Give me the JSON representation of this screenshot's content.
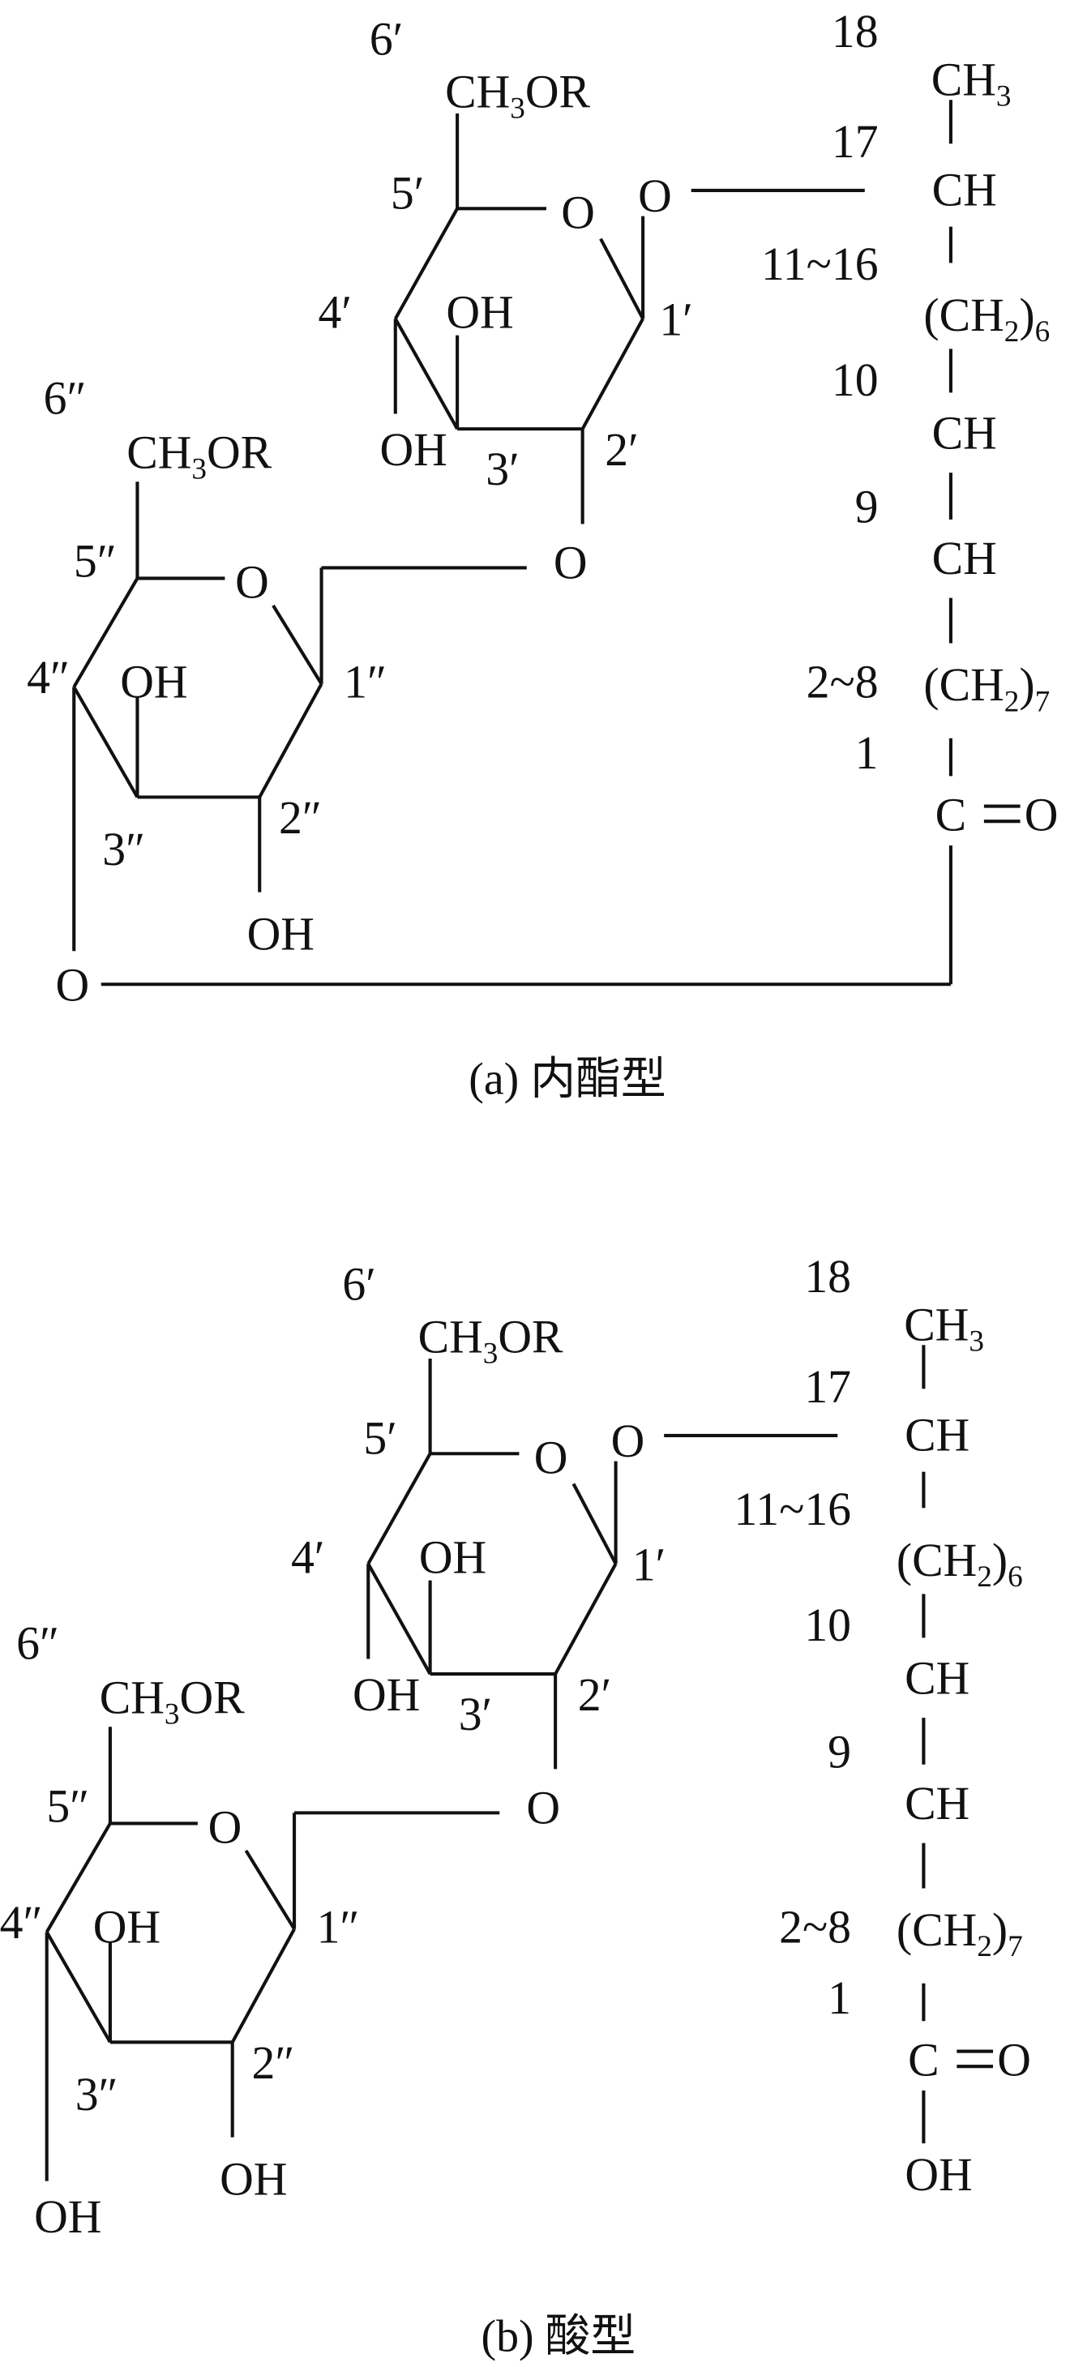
{
  "structures": [
    {
      "caption": "(a) 内酯型",
      "labels": {
        "pos_6p": "6′",
        "ch3or_top": {
          "a": "CH",
          "sub": "3",
          "b": "OR"
        },
        "pos_5p": "5′",
        "o_ring_top": "O",
        "o_glyco": "O",
        "pos_4p": "4′",
        "oh_3p": "OH",
        "pos_1p": "1′",
        "oh_4p": "OH",
        "pos_3p": "3′",
        "pos_2p": "2′",
        "o_link": "O",
        "pos_6pp": "6″",
        "ch3or_bottom": {
          "a": "CH",
          "sub": "3",
          "b": "OR"
        },
        "pos_5pp": "5″",
        "o_ring_bottom": "O",
        "pos_4pp": "4″",
        "oh_3pp": "OH",
        "pos_1pp": "1″",
        "pos_3pp": "3″",
        "pos_2pp": "2″",
        "oh_2pp": "OH",
        "n18": "18",
        "n17": "17",
        "n11_16": "11~16",
        "n10": "10",
        "n9": "9",
        "n2_8": "2~8",
        "n1": "1",
        "g_ch3": {
          "a": "CH",
          "sub": "3"
        },
        "g_ch17": "CH",
        "g_ch2_6": {
          "a": "(CH",
          "sub": "2",
          "b": ")",
          "sub2": "6"
        },
        "g_ch10": "CH",
        "g_ch9": "CH",
        "g_ch2_7": {
          "a": "(CH",
          "sub": "2",
          "b": ")",
          "sub2": "7"
        },
        "g_c": "C",
        "g_o": "O",
        "o_ester": "O"
      }
    },
    {
      "caption": "(b) 酸型",
      "labels": {
        "pos_6p": "6′",
        "ch3or_top": {
          "a": "CH",
          "sub": "3",
          "b": "OR"
        },
        "pos_5p": "5′",
        "o_ring_top": "O",
        "o_glyco": "O",
        "pos_4p": "4′",
        "oh_3p": "OH",
        "pos_1p": "1′",
        "oh_4p": "OH",
        "pos_3p": "3′",
        "pos_2p": "2′",
        "o_link": "O",
        "pos_6pp": "6″",
        "ch3or_bottom": {
          "a": "CH",
          "sub": "3",
          "b": "OR"
        },
        "pos_5pp": "5″",
        "o_ring_bottom": "O",
        "pos_4pp": "4″",
        "oh_3pp": "OH",
        "pos_1pp": "1″",
        "pos_3pp": "3″",
        "pos_2pp": "2″",
        "oh_2pp": "OH",
        "n18": "18",
        "n17": "17",
        "n11_16": "11~16",
        "n10": "10",
        "n9": "9",
        "n2_8": "2~8",
        "n1": "1",
        "g_ch3": {
          "a": "CH",
          "sub": "3"
        },
        "g_ch17": "CH",
        "g_ch2_6": {
          "a": "(CH",
          "sub": "2",
          "b": ")",
          "sub2": "6"
        },
        "g_ch10": "CH",
        "g_ch9": "CH",
        "g_ch2_7": {
          "a": "(CH",
          "sub": "2",
          "b": ")",
          "sub2": "7"
        },
        "g_c": "C",
        "g_o": "O",
        "oh_4pp": "OH",
        "oh_acid": "OH"
      }
    }
  ]
}
